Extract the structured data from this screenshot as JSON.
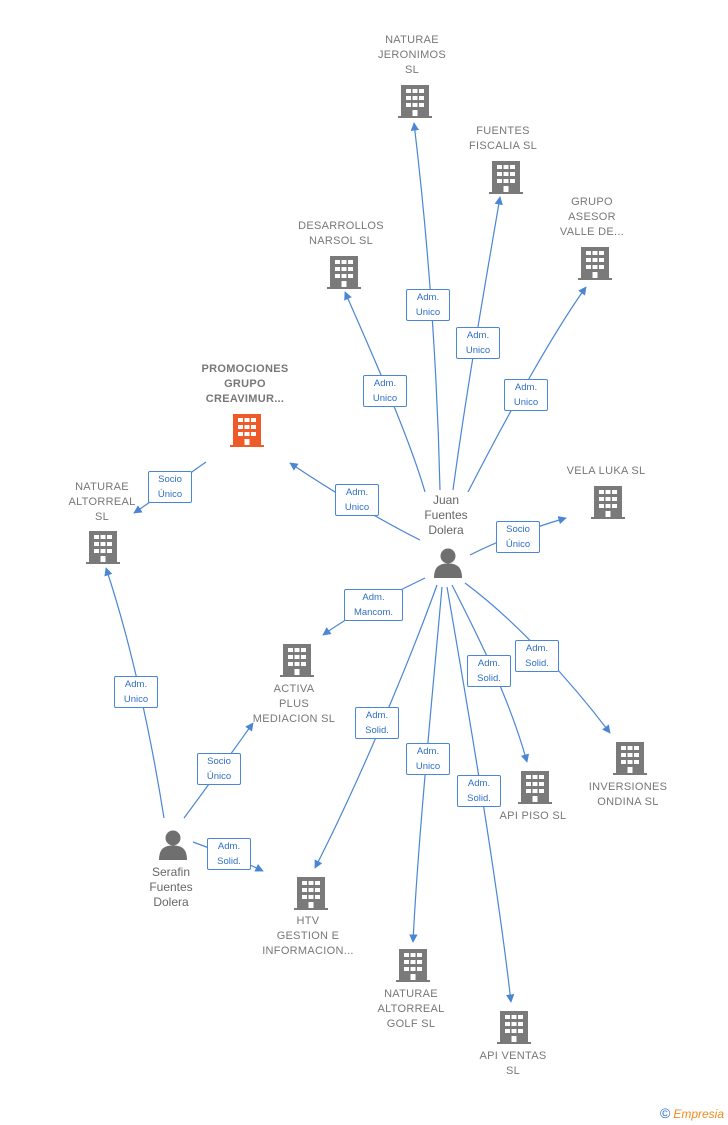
{
  "colors": {
    "edge": "#4a86d4",
    "building": "#7a7a7a",
    "building_highlight": "#f05a28",
    "person": "#6f6f6f"
  },
  "companies": {
    "naturae_jeronimos": "NATURAE\nJERONIMOS\nSL",
    "fuentes_fiscalia": "FUENTES\nFISCALIA  SL",
    "grupo_asesor": "GRUPO\nASESOR\nVALLE DE...",
    "desarrollos_narsol": "DESARROLLOS\nNARSOL  SL",
    "promociones": "PROMOCIONES\nGRUPO\nCREAVIMUR...",
    "naturae_altorreal": "NATURAE\nALTORREAL\nSL",
    "vela_luka": "VELA LUKA SL",
    "activa_plus": "ACTIVA\nPLUS\nMEDIACION SL",
    "inversiones_ondina": "INVERSIONES\nONDINA  SL",
    "api_piso": "API PISO  SL",
    "htv": "HTV\nGESTION E\nINFORMACION...",
    "naturae_golf": "NATURAE\nALTORREAL\nGOLF  SL",
    "api_ventas": "API VENTAS\nSL"
  },
  "persons": {
    "juan": "Juan\nFuentes\nDolera",
    "serafin": "Serafin\nFuentes\nDolera"
  },
  "edge_labels": {
    "e1": "Adm.\nUnico",
    "e2": "Adm.\nUnico",
    "e3": "Adm.\nUnico",
    "e4": "Adm.\nUnico",
    "e5": "Adm.\nUnico",
    "e6": "Socio\nÚnico",
    "e7": "Socio\nÚnico",
    "e8": "Adm.\nMancom.",
    "e9": "Adm.\nSolid.",
    "e10": "Adm.\nSolid.",
    "e11": "Adm.\nSolid.",
    "e12": "Adm.\nUnico",
    "e13": "Adm.\nSolid.",
    "e14": "Adm.\nUnico",
    "e15": "Socio\nÚnico",
    "e16": "Adm.\nSolid."
  },
  "footer": {
    "copyright_symbol": "©",
    "brand": "Empresia"
  }
}
